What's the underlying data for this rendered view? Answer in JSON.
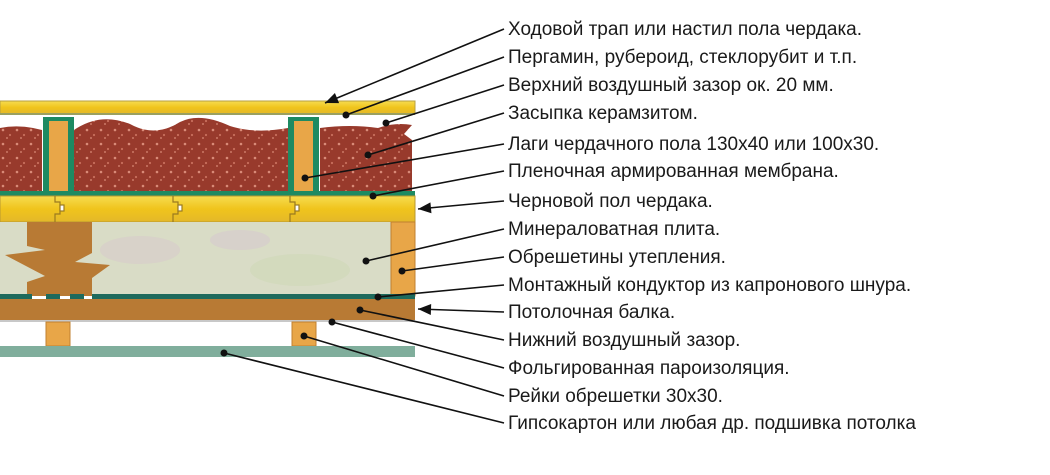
{
  "labels": [
    {
      "text": "Ходовой трап или настил пола чердака.",
      "marker": "arrow"
    },
    {
      "text": "Пергамин, рубероид, стеклорубит и т.п.",
      "marker": "dot"
    },
    {
      "text": "Верхний воздушный зазор ок. 20 мм.",
      "marker": "dot"
    },
    {
      "text": "Засыпка керамзитом.",
      "marker": "dot"
    },
    {
      "text": "Лаги чердачного пола  130x40 или 100x30.",
      "marker": "dot"
    },
    {
      "text": "Пленочная армированная мембрана.",
      "marker": "dot"
    },
    {
      "text": "Черновой пол чердака.",
      "marker": "arrow"
    },
    {
      "text": "Минераловатная плита.",
      "marker": "dot"
    },
    {
      "text": "Обрешетины утепления.",
      "marker": "dot"
    },
    {
      "text": "Монтажный кондуктор из капронового шнура.",
      "marker": "dot"
    },
    {
      "text": "Потолочная балка.",
      "marker": "arrow"
    },
    {
      "text": "Нижний воздушный зазор.",
      "marker": "dot"
    },
    {
      "text": "Фольгированная пароизоляция.",
      "marker": "dot"
    },
    {
      "text": "Рейки обрешетки 30x30.",
      "marker": "dot"
    },
    {
      "text": "Гипсокартон или любая др. подшивка потолка",
      "marker": "dot"
    }
  ],
  "colors": {
    "deck": "#f0c830",
    "clay": "#9a3a2c",
    "membrane": "#1e8a62",
    "wood": "#e8a648",
    "wool": "#d9dcc6",
    "beam": "#b87a34",
    "drywall": "#80ae9c"
  }
}
